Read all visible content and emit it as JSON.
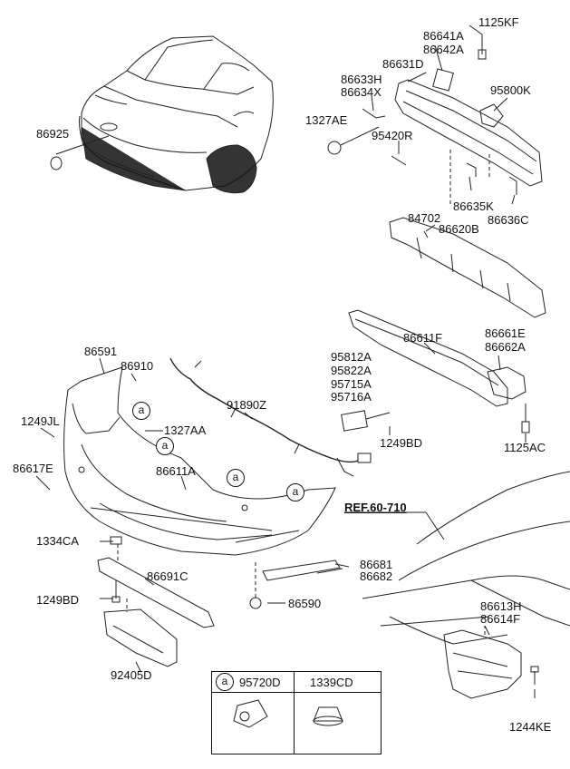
{
  "ref_label": "REF.60-710",
  "callout_letter": "a",
  "legend": {
    "col1_part": "95720D",
    "col2_part": "1339CD"
  },
  "parts": [
    {
      "id": "p1125KF",
      "text": "1125KF"
    },
    {
      "id": "p86641A",
      "text": "86641A"
    },
    {
      "id": "p86642A",
      "text": "86642A"
    },
    {
      "id": "p86631D",
      "text": "86631D"
    },
    {
      "id": "p86633H",
      "text": "86633H"
    },
    {
      "id": "p86634X",
      "text": "86634X"
    },
    {
      "id": "p95800K",
      "text": "95800K"
    },
    {
      "id": "p1327AE",
      "text": "1327AE"
    },
    {
      "id": "p86925",
      "text": "86925"
    },
    {
      "id": "p95420R",
      "text": "95420R"
    },
    {
      "id": "p86635K",
      "text": "86635K"
    },
    {
      "id": "p86636C",
      "text": "86636C"
    },
    {
      "id": "p84702",
      "text": "84702"
    },
    {
      "id": "p86620B",
      "text": "86620B"
    },
    {
      "id": "p86611F",
      "text": "86611F"
    },
    {
      "id": "p86661E",
      "text": "86661E"
    },
    {
      "id": "p86662A",
      "text": "86662A"
    },
    {
      "id": "p95812A",
      "text": "95812A"
    },
    {
      "id": "p95822A",
      "text": "95822A"
    },
    {
      "id": "p95715A",
      "text": "95715A"
    },
    {
      "id": "p95716A",
      "text": "95716A"
    },
    {
      "id": "p86591",
      "text": "86591"
    },
    {
      "id": "p86910",
      "text": "86910"
    },
    {
      "id": "p91890Z",
      "text": "91890Z"
    },
    {
      "id": "p1249JL",
      "text": "1249JL"
    },
    {
      "id": "p1327AA",
      "text": "1327AA"
    },
    {
      "id": "p1249BD_r",
      "text": "1249BD"
    },
    {
      "id": "p1125AC",
      "text": "1125AC"
    },
    {
      "id": "p86617E",
      "text": "86617E"
    },
    {
      "id": "p86611A",
      "text": "86611A"
    },
    {
      "id": "p1334CA",
      "text": "1334CA"
    },
    {
      "id": "p86681",
      "text": "86681"
    },
    {
      "id": "p86682",
      "text": "86682"
    },
    {
      "id": "p86691C",
      "text": "86691C"
    },
    {
      "id": "p1249BD_l",
      "text": "1249BD"
    },
    {
      "id": "p86590",
      "text": "86590"
    },
    {
      "id": "p86613H",
      "text": "86613H"
    },
    {
      "id": "p86614F",
      "text": "86614F"
    },
    {
      "id": "p92405D",
      "text": "92405D"
    },
    {
      "id": "p1244KE",
      "text": "1244KE"
    }
  ]
}
